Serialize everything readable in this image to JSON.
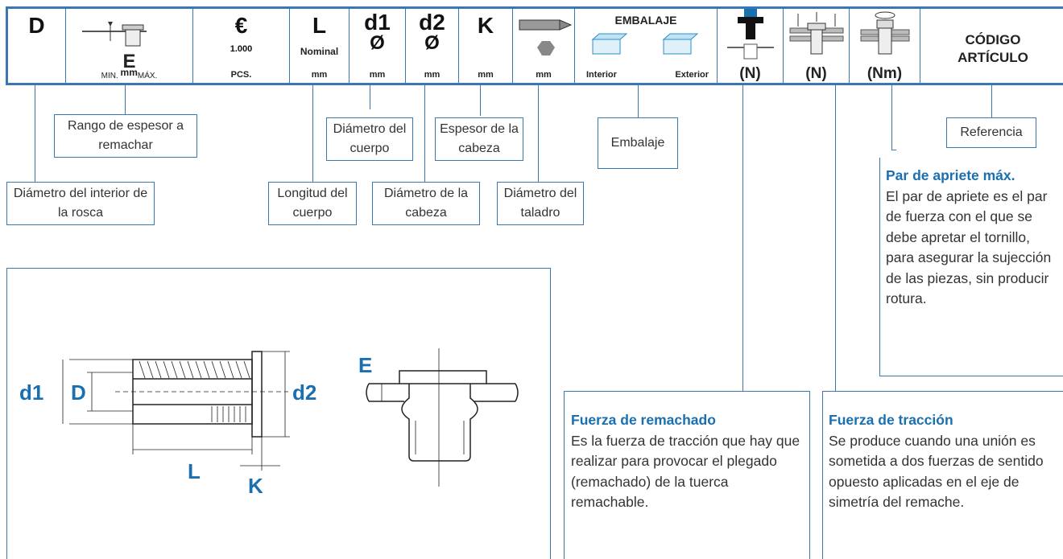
{
  "header": {
    "d": "D",
    "e": {
      "letter": "E",
      "min": "MIN.",
      "mm": "mm",
      "max": "MÁX."
    },
    "price": {
      "symbol": "€",
      "qty": "1.000",
      "unit": "PCS."
    },
    "l": {
      "letter": "L",
      "sub": "Nominal",
      "unit": "mm"
    },
    "d1": {
      "letter": "d1",
      "sym": "Ø",
      "unit": "mm"
    },
    "d2": {
      "letter": "d2",
      "sym": "Ø",
      "unit": "mm"
    },
    "k": {
      "letter": "K",
      "unit": "mm"
    },
    "drill": {
      "unit": "mm"
    },
    "pack": {
      "title": "EMBALAJE",
      "interior": "Interior",
      "exterior": "Exterior"
    },
    "force_rivet": "(N)",
    "force_traction": "(N)",
    "torque": "(Nm)",
    "code": {
      "line1": "CÓDIGO",
      "line2": "ARTÍCULO"
    }
  },
  "labels": {
    "range": "Rango de espesor a remachar",
    "thread": "Diámetro del interior de la rosca",
    "body_len": "Longitud del cuerpo",
    "body_dia": "Diámetro del cuerpo",
    "head_dia": "Diámetro de la cabeza",
    "head_thk": "Espesor de la cabeza",
    "drill_dia": "Diámetro del taladro",
    "packing": "Embalaje",
    "reference": "Referencia"
  },
  "torque_note": {
    "title": "Par de apriete máx.",
    "text": "El par de apriete es el par de fuerza con el que se debe apretar el tornillo, para asegurar la sujección de las piezas, sin producir rotura."
  },
  "rivet_note": {
    "title": "Fuerza de remachado",
    "text": "Es la fuerza de tracción que hay que realizar para provocar el plegado (remachado) de la tuerca remachable."
  },
  "traction_note": {
    "title": "Fuerza de tracción",
    "text": "Se produce cuando una unión es sometida a dos fuerzas de sentido opuesto aplicadas en el eje de simetría del remache."
  },
  "drawing": {
    "d1": "d1",
    "D": "D",
    "d2": "d2",
    "L": "L",
    "K": "K",
    "E": "E"
  },
  "colors": {
    "accent": "#1a6fb0",
    "border": "#3a78b5"
  }
}
